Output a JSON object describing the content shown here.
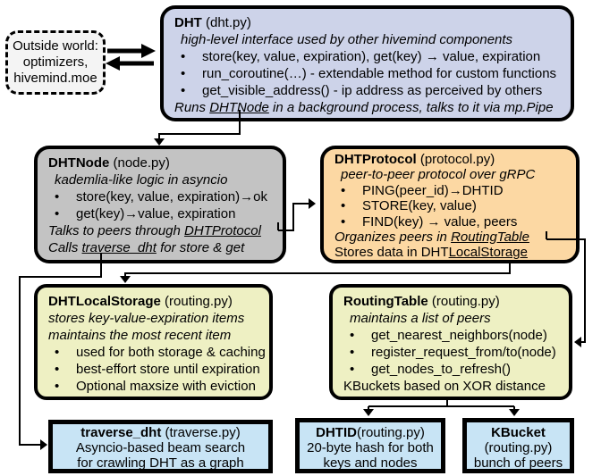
{
  "colors": {
    "dht-bg": "#cdd3e9",
    "node-bg": "#c3c3c3",
    "protocol-bg": "#fcd8a3",
    "storage-bg": "#eef0c3",
    "leaf-bg": "#c8e4f5",
    "outside-bg": "#f4f4f4",
    "line": "#000000"
  },
  "ui": {
    "bullet": "•"
  },
  "outside": {
    "line1": "Outside world:",
    "line2": "optimizers,",
    "line3": "hivemind.moe"
  },
  "dht": {
    "name": "DHT",
    "file": " (dht.py)",
    "subtitle": "high-level interface used by other hivemind components",
    "bullets": [
      "store(key, value, expiration), get(key) → value, expiration",
      "run_coroutine(…) - extendable method for custom functions",
      "get_visible_address() - ip address as perceived by others"
    ],
    "footer": {
      "pre": "Runs ",
      "link": "DHTNode",
      "post": " in a background process, talks to it via mp.Pipe"
    }
  },
  "dhtnode": {
    "name": "DHTNode",
    "file": " (node.py)",
    "subtitle": "kademlia-like logic in asyncio",
    "bullets": [
      "store(key, value, expiration)→ok",
      "get(key)→value, expiration"
    ],
    "footer1": {
      "pre": "Talks to peers through ",
      "link": "DHTProtocol",
      "post": ""
    },
    "footer2": {
      "pre": "Calls ",
      "link": "traverse_dht",
      "post": " for store & get"
    }
  },
  "dhtprotocol": {
    "name": "DHTProtocol",
    "file": " (protocol.py)",
    "subtitle": "peer-to-peer protocol over gRPC",
    "bullets": [
      "PING(peer_id)→DHTID",
      "STORE(key, value)",
      "FIND(key) → value, peers"
    ],
    "footer1": {
      "pre": "Organizes peers in ",
      "link": "RoutingTable",
      "post": ""
    },
    "footer2": {
      "pre": "Stores data in DHT",
      "link": "LocalStorage",
      "post": ""
    }
  },
  "dhtlocalstorage": {
    "name": "DHTLocalStorage",
    "file": " (routing.py)",
    "subtitle1": "stores key-value-expiration items",
    "subtitle2": "maintains the most recent item",
    "bullets": [
      "used for both storage & caching",
      "best-effort store until expiration",
      "Optional maxsize with eviction"
    ]
  },
  "routingtable": {
    "name": "RoutingTable",
    "file": " (routing.py)",
    "subtitle": "maintains a list of peers",
    "bullets": [
      "get_nearest_neighbors(node)",
      "register_request_from/to(node)",
      "get_nodes_to_refresh()"
    ],
    "footer": "KBuckets based on XOR distance"
  },
  "traverse": {
    "name": "traverse_dht",
    "file": " (traverse.py)",
    "line1": "Asyncio-based beam search",
    "line2": "for crawling DHT as a graph"
  },
  "dhtid": {
    "name": "DHTID",
    "file": "(routing.py)",
    "line1": "20-byte hash for both",
    "line2": "keys and nodes"
  },
  "kbucket": {
    "name": "KBucket",
    "file": "(routing.py)",
    "line1": "bunch of peers"
  }
}
